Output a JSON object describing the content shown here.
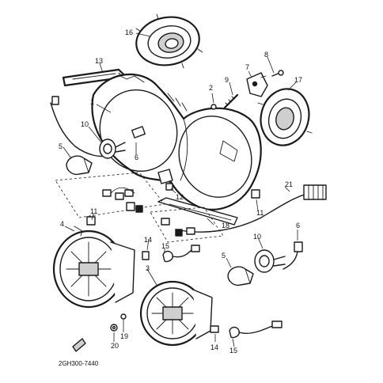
{
  "diagram_code": "2GH300-7440",
  "callouts": {
    "c1": "1",
    "c2": "2",
    "c3": "3",
    "c4": "4",
    "c5a": "5",
    "c5b": "5",
    "c6a": "6",
    "c6b": "6",
    "c7": "7",
    "c8": "8",
    "c9": "9",
    "c10a": "10",
    "c10b": "10",
    "c11a": "11",
    "c11b": "11",
    "c12": "12",
    "c13": "13",
    "c14a": "14",
    "c14b": "14",
    "c15a": "15",
    "c15b": "15",
    "c16": "16",
    "c17": "17",
    "c18": "18",
    "c19": "19",
    "c20": "20",
    "c21": "21"
  }
}
